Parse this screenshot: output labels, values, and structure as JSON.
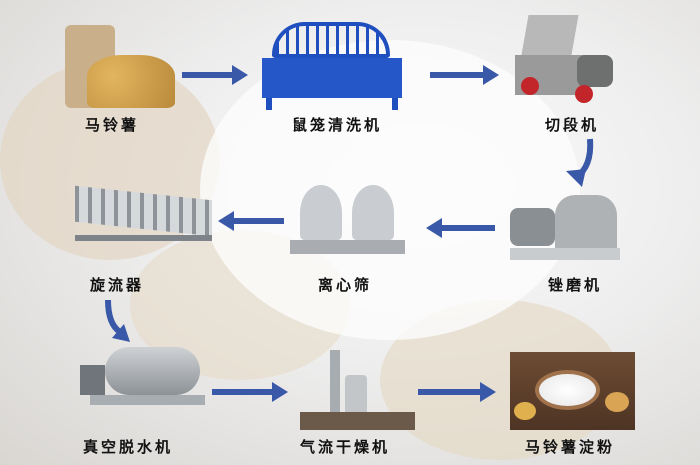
{
  "steps": [
    {
      "label": "马铃薯",
      "icon": "potato-sack"
    },
    {
      "label": "鼠笼清洗机",
      "icon": "drum-washer"
    },
    {
      "label": "切段机",
      "icon": "cutter-machine"
    },
    {
      "label": "锉磨机",
      "icon": "rasp-grinder"
    },
    {
      "label": "离心筛",
      "icon": "centrifugal-sieve"
    },
    {
      "label": "旋流器",
      "icon": "hydrocyclone"
    },
    {
      "label": "真空脱水机",
      "icon": "vacuum-dehydrator"
    },
    {
      "label": "气流干燥机",
      "icon": "flash-dryer"
    },
    {
      "label": "马铃薯淀粉",
      "icon": "potato-starch"
    }
  ],
  "colors": {
    "arrow": "#3a58a8",
    "washer": "#1f4fbf"
  }
}
